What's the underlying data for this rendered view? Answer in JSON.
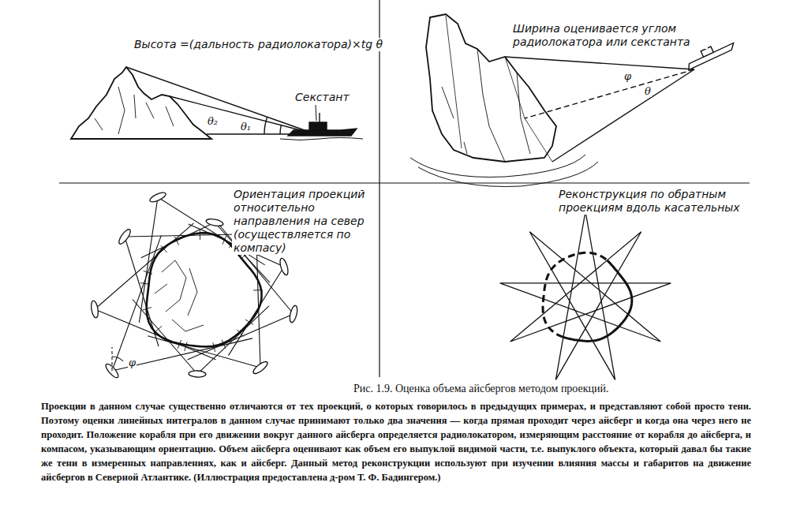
{
  "diagram": {
    "title": "Рис. 1.9. Оценка объема айсбергов методом проекций.",
    "caption": "Проекции в данном случае существенно отличаются от тех проекций, о которых говорилось в предыдущих примерах, и представляют собой просто тени. Поэтому оценки линейных нитегралов в данном случае принимают только два значения — когда прямая проходит через айсберг и когда она через него не проходит. Положение корабля при его движении вокруг данного айсберга определяется радиолокатором, измеряющим расстояние от корабля до айсберга, и компасом, указывающим ориентацию. Объем айсберга оценивают как объем его выпуклой видимой части, т.е. выпуклого объекта, который давал бы такие же тени в измеренных направлениях, как и айсберг. Данный метод реконструкции используют при изучении влияния массы и габаритов на движение айсбергов в Северной Атлантике. (Иллюстрация предоставлена д-ром Т. Ф. Бадингером.)",
    "labels": [
      "Высота =(дальность радиолокатора)×tg θ",
      "θ₂",
      "θ₁",
      "Секстант",
      "Ширина оценивается углом радиолокатора или секстанта",
      "φ",
      "θ",
      "Ориентация проекций относительно направления на север (осуществляется по компасу)",
      "φ",
      "Реконструкция по обратным проекциям вдоль касательных"
    ]
  }
}
